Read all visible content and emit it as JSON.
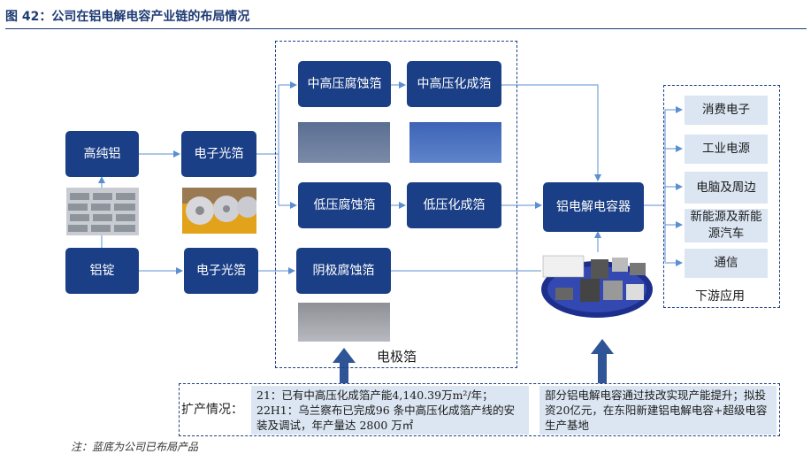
{
  "title": "图 42：公司在铝电解电容产业链的布局情况",
  "nodes": {
    "high_purity_al": "高纯铝",
    "al_ingot": "铝锭",
    "foil_top": "电子光箔",
    "foil_bottom": "电子光箔",
    "mh_etched": "中高压腐蚀箔",
    "mh_formed": "中高压化成箔",
    "lv_etched": "低压腐蚀箔",
    "lv_formed": "低压化成箔",
    "cathode": "阴极腐蚀箔",
    "capacitor": "铝电解电容器"
  },
  "electrode_label": "电极箔",
  "downstream": {
    "label": "下游应用",
    "items": [
      "消费电子",
      "工业电源",
      "电脑及周边",
      "新能源及新能源汽车",
      "通信"
    ]
  },
  "expansion": {
    "label": "扩产情况：",
    "left_text": "21：已有中高压化成箔产能4,140.39万m²/年；22H1：乌兰察布已完成96 条中高压化成箔产线的安装及调试，年产量达 2800 万㎡",
    "right_text": "部分铝电解电容通过技改实现产能提升；拟投资20亿元，在东阳新建铝电解电容+超级电容生产基地"
  },
  "footnote": "注：蓝底为公司已布局产品",
  "colors": {
    "node": "#1b3f86",
    "light": "#dbe6f2",
    "line": "#5b8fd0",
    "arrow": "#2f5597"
  }
}
